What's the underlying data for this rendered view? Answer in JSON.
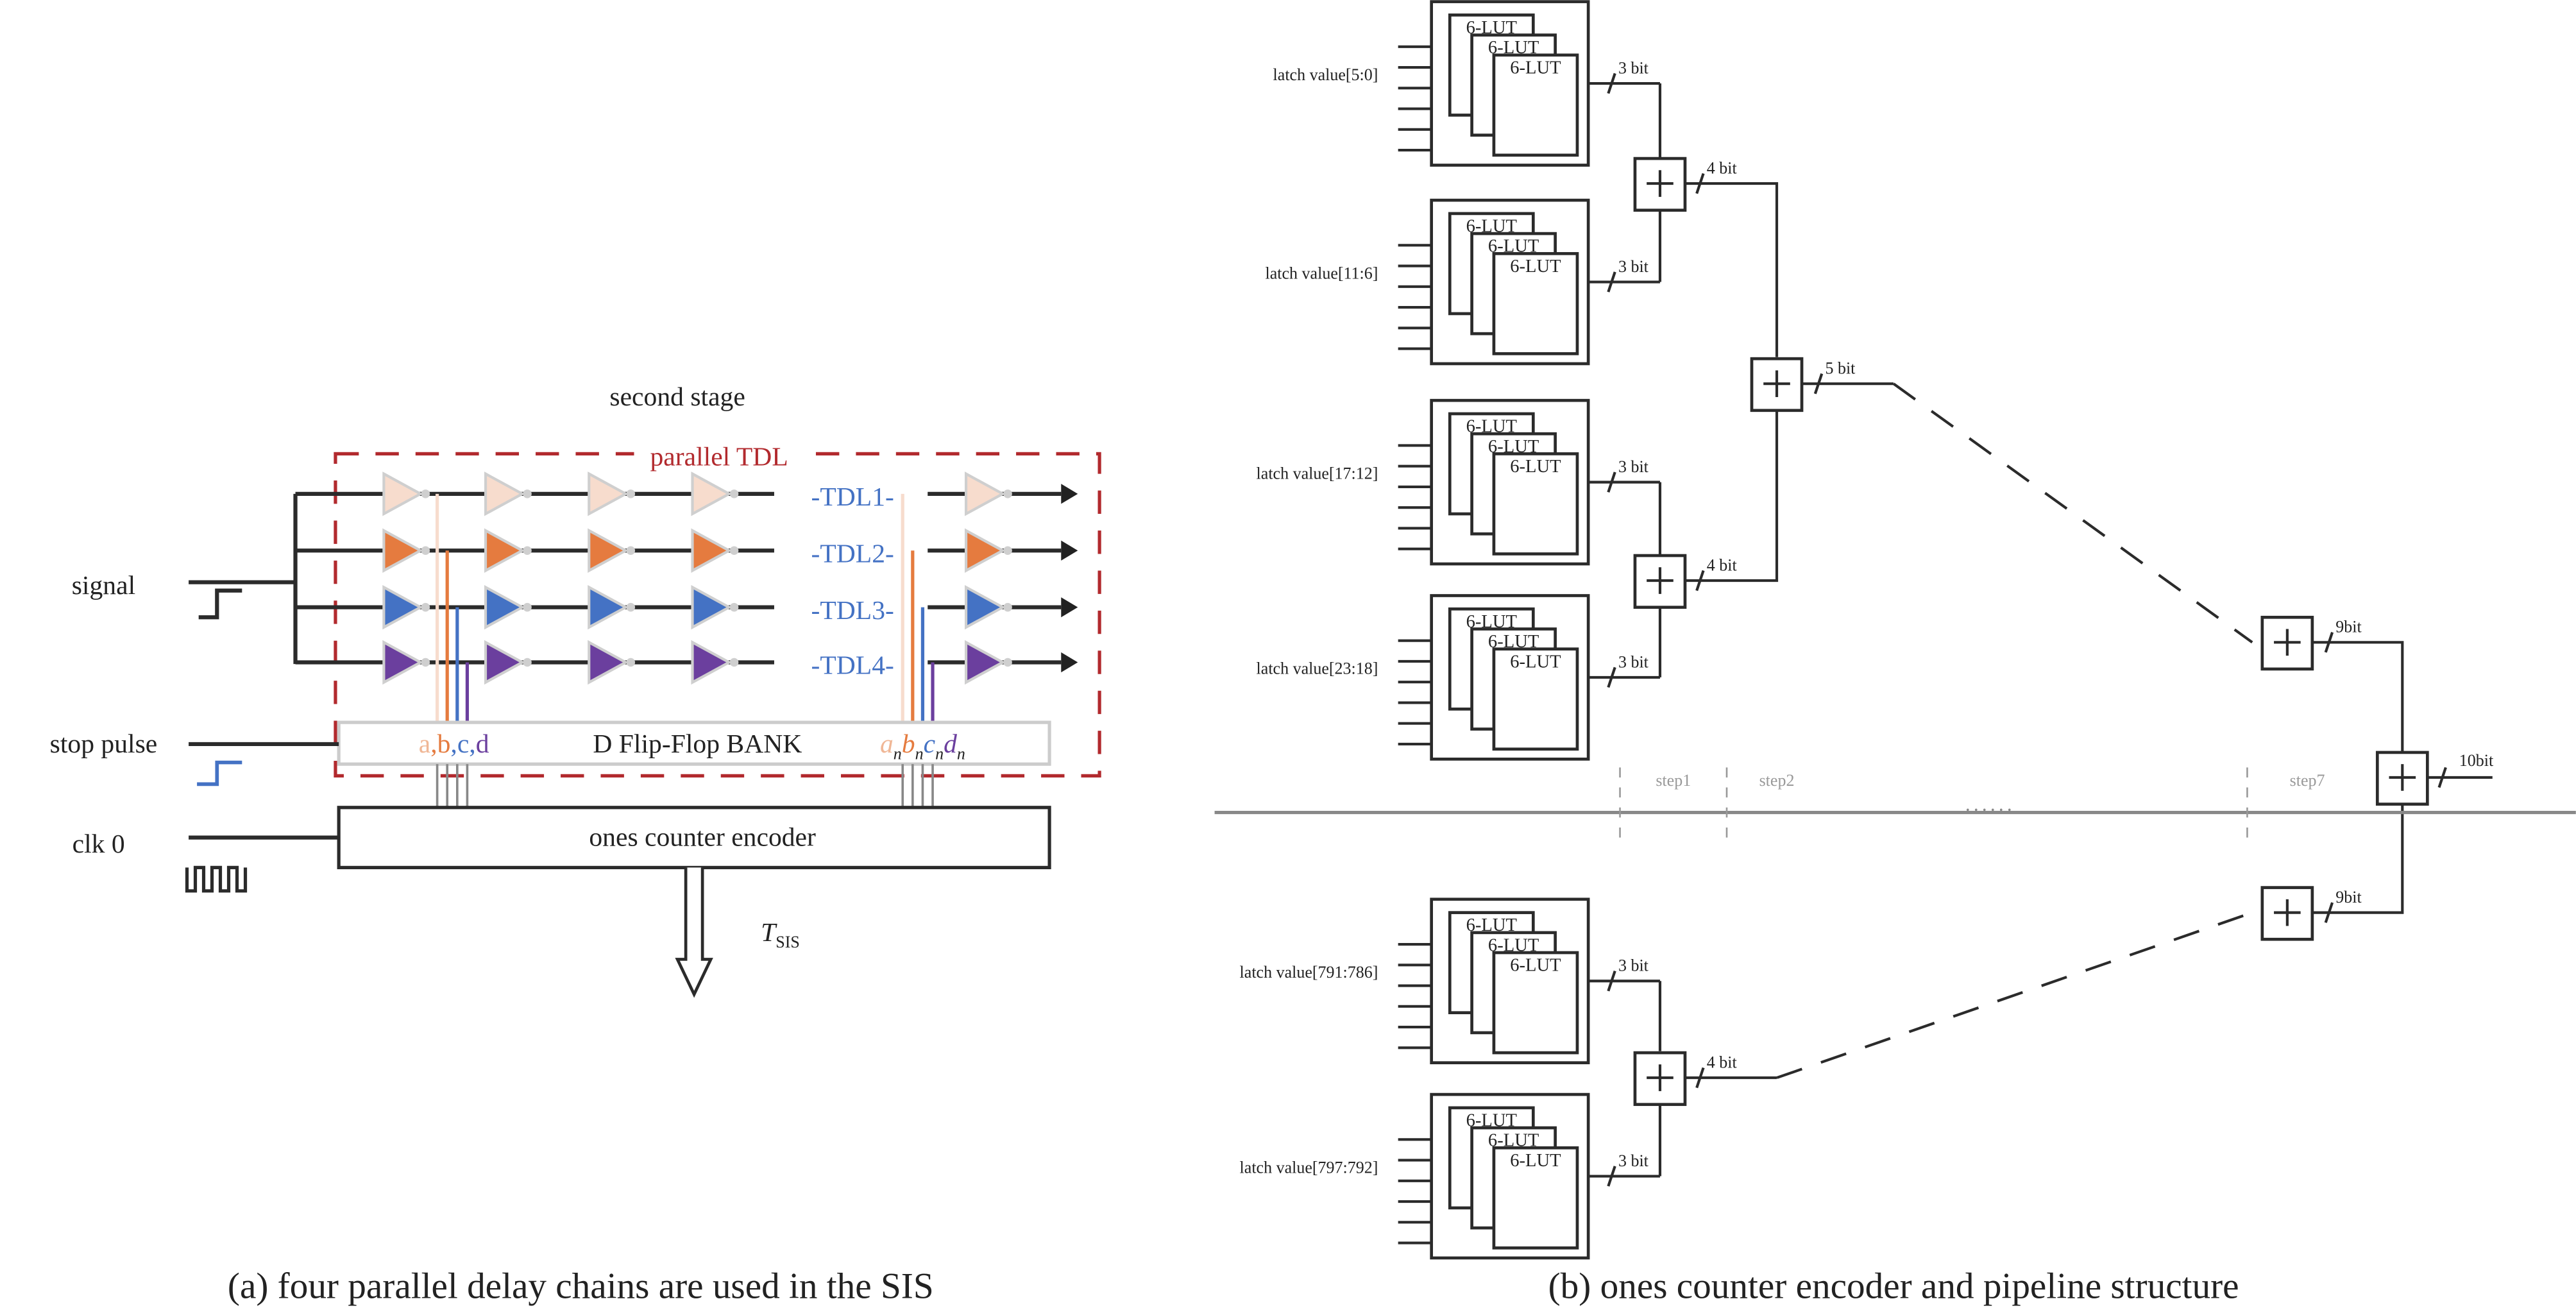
{
  "panel_a": {
    "title": "second stage",
    "group_label": "parallel TDL",
    "signal_label": "signal",
    "stop_label": "stop pulse",
    "clk_label": "clk 0",
    "tdl_labels": [
      "TDL1",
      "TDL2",
      "TDL3",
      "TDL4"
    ],
    "chain_colors": [
      "#f7dccd",
      "#e57b3f",
      "#4472c4",
      "#6b3f9e"
    ],
    "ff_bank_label": "D Flip-Flop BANK",
    "ff_taps_first": [
      "a",
      "b",
      "c",
      "d"
    ],
    "ff_taps_last": [
      "a",
      "b",
      "c",
      "d"
    ],
    "ff_taps_last_subscript": "n",
    "encoder_label": "ones counter encoder",
    "output_label": "T",
    "output_subscript": "SIS",
    "boundary_color": "#b22a2e",
    "stop_pulse_color": "#4472c4",
    "caption": "(a) four parallel delay chains are used in the SIS"
  },
  "panel_b": {
    "lut_label": "6-LUT",
    "groups": [
      {
        "label": "latch value[5:0]",
        "out": "3 bit"
      },
      {
        "label": "latch value[11:6]",
        "out": "3 bit"
      },
      {
        "label": "latch value[17:12]",
        "out": "3 bit"
      },
      {
        "label": "latch value[23:18]",
        "out": "3 bit"
      },
      {
        "label": "latch value[791:786]",
        "out": "3 bit"
      },
      {
        "label": "latch value[797:792]",
        "out": "3 bit"
      }
    ],
    "adder_outputs": {
      "a1": "4 bit",
      "a2": "4 bit",
      "a3": "5 bit",
      "a4": "4 bit",
      "a5": "9bit",
      "a6": "9bit",
      "final": "10bit"
    },
    "steps": [
      "step1",
      "step2",
      "step7"
    ],
    "ellipsis": "......",
    "caption": "(b) ones counter encoder and pipeline structure"
  }
}
